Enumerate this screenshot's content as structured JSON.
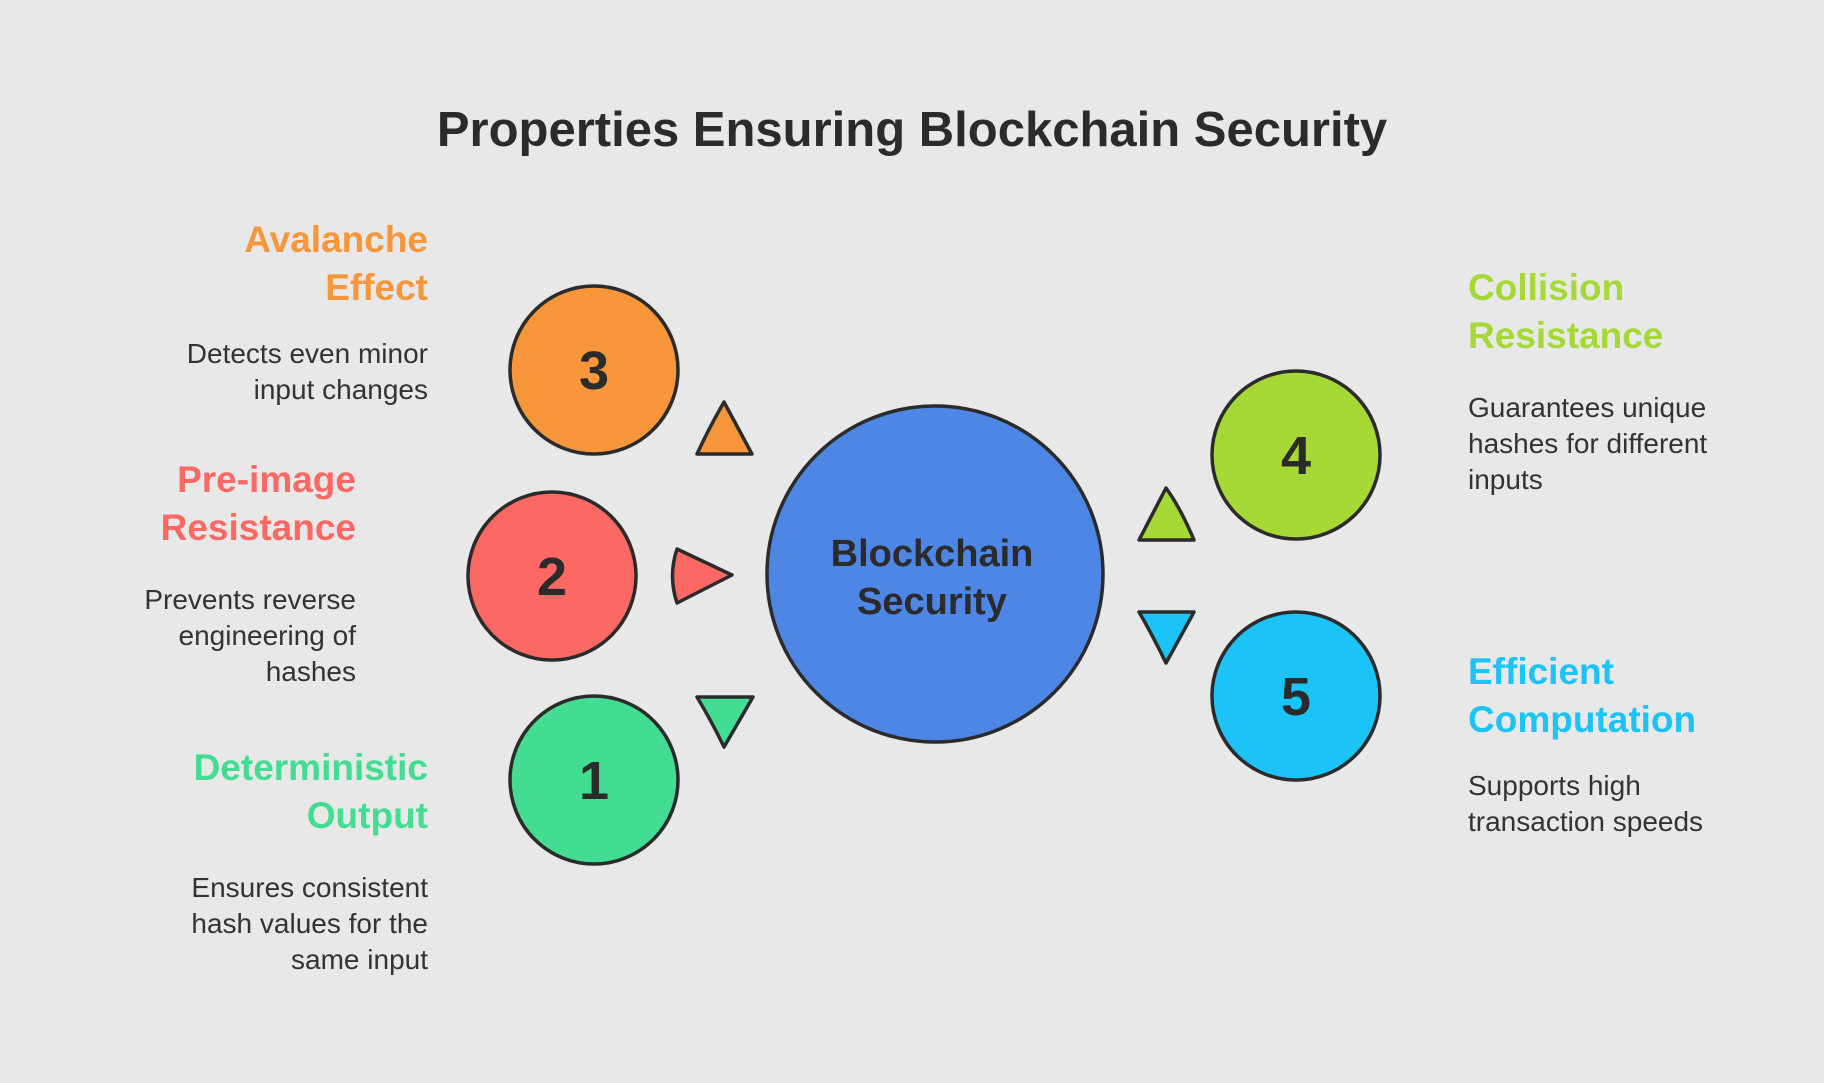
{
  "title": "Properties Ensuring Blockchain Security",
  "center": {
    "line1": "Blockchain",
    "line2": "Security",
    "color": "#4d86e5"
  },
  "properties": [
    {
      "number": "3",
      "title_line1": "Avalanche",
      "title_line2": "Effect",
      "description": [
        "Detects even minor",
        "input changes"
      ],
      "color": "#f7963a"
    },
    {
      "number": "2",
      "title_line1": "Pre-image",
      "title_line2": "Resistance",
      "description": [
        "Prevents reverse",
        "engineering of",
        "hashes"
      ],
      "color": "#fc6965"
    },
    {
      "number": "1",
      "title_line1": "Deterministic",
      "title_line2": "Output",
      "description": [
        "Ensures consistent",
        "hash values for the",
        "same input"
      ],
      "color": "#42dd93"
    },
    {
      "number": "4",
      "title_line1": "Collision",
      "title_line2": "Resistance",
      "description": [
        "Guarantees unique",
        "hashes for different",
        "inputs"
      ],
      "color": "#a6d936"
    },
    {
      "number": "5",
      "title_line1": "Efficient",
      "title_line2": "Computation",
      "description": [
        "Supports high",
        "transaction speeds"
      ],
      "color": "#1bc3f7"
    }
  ],
  "outline_color": "#2b2b2b"
}
